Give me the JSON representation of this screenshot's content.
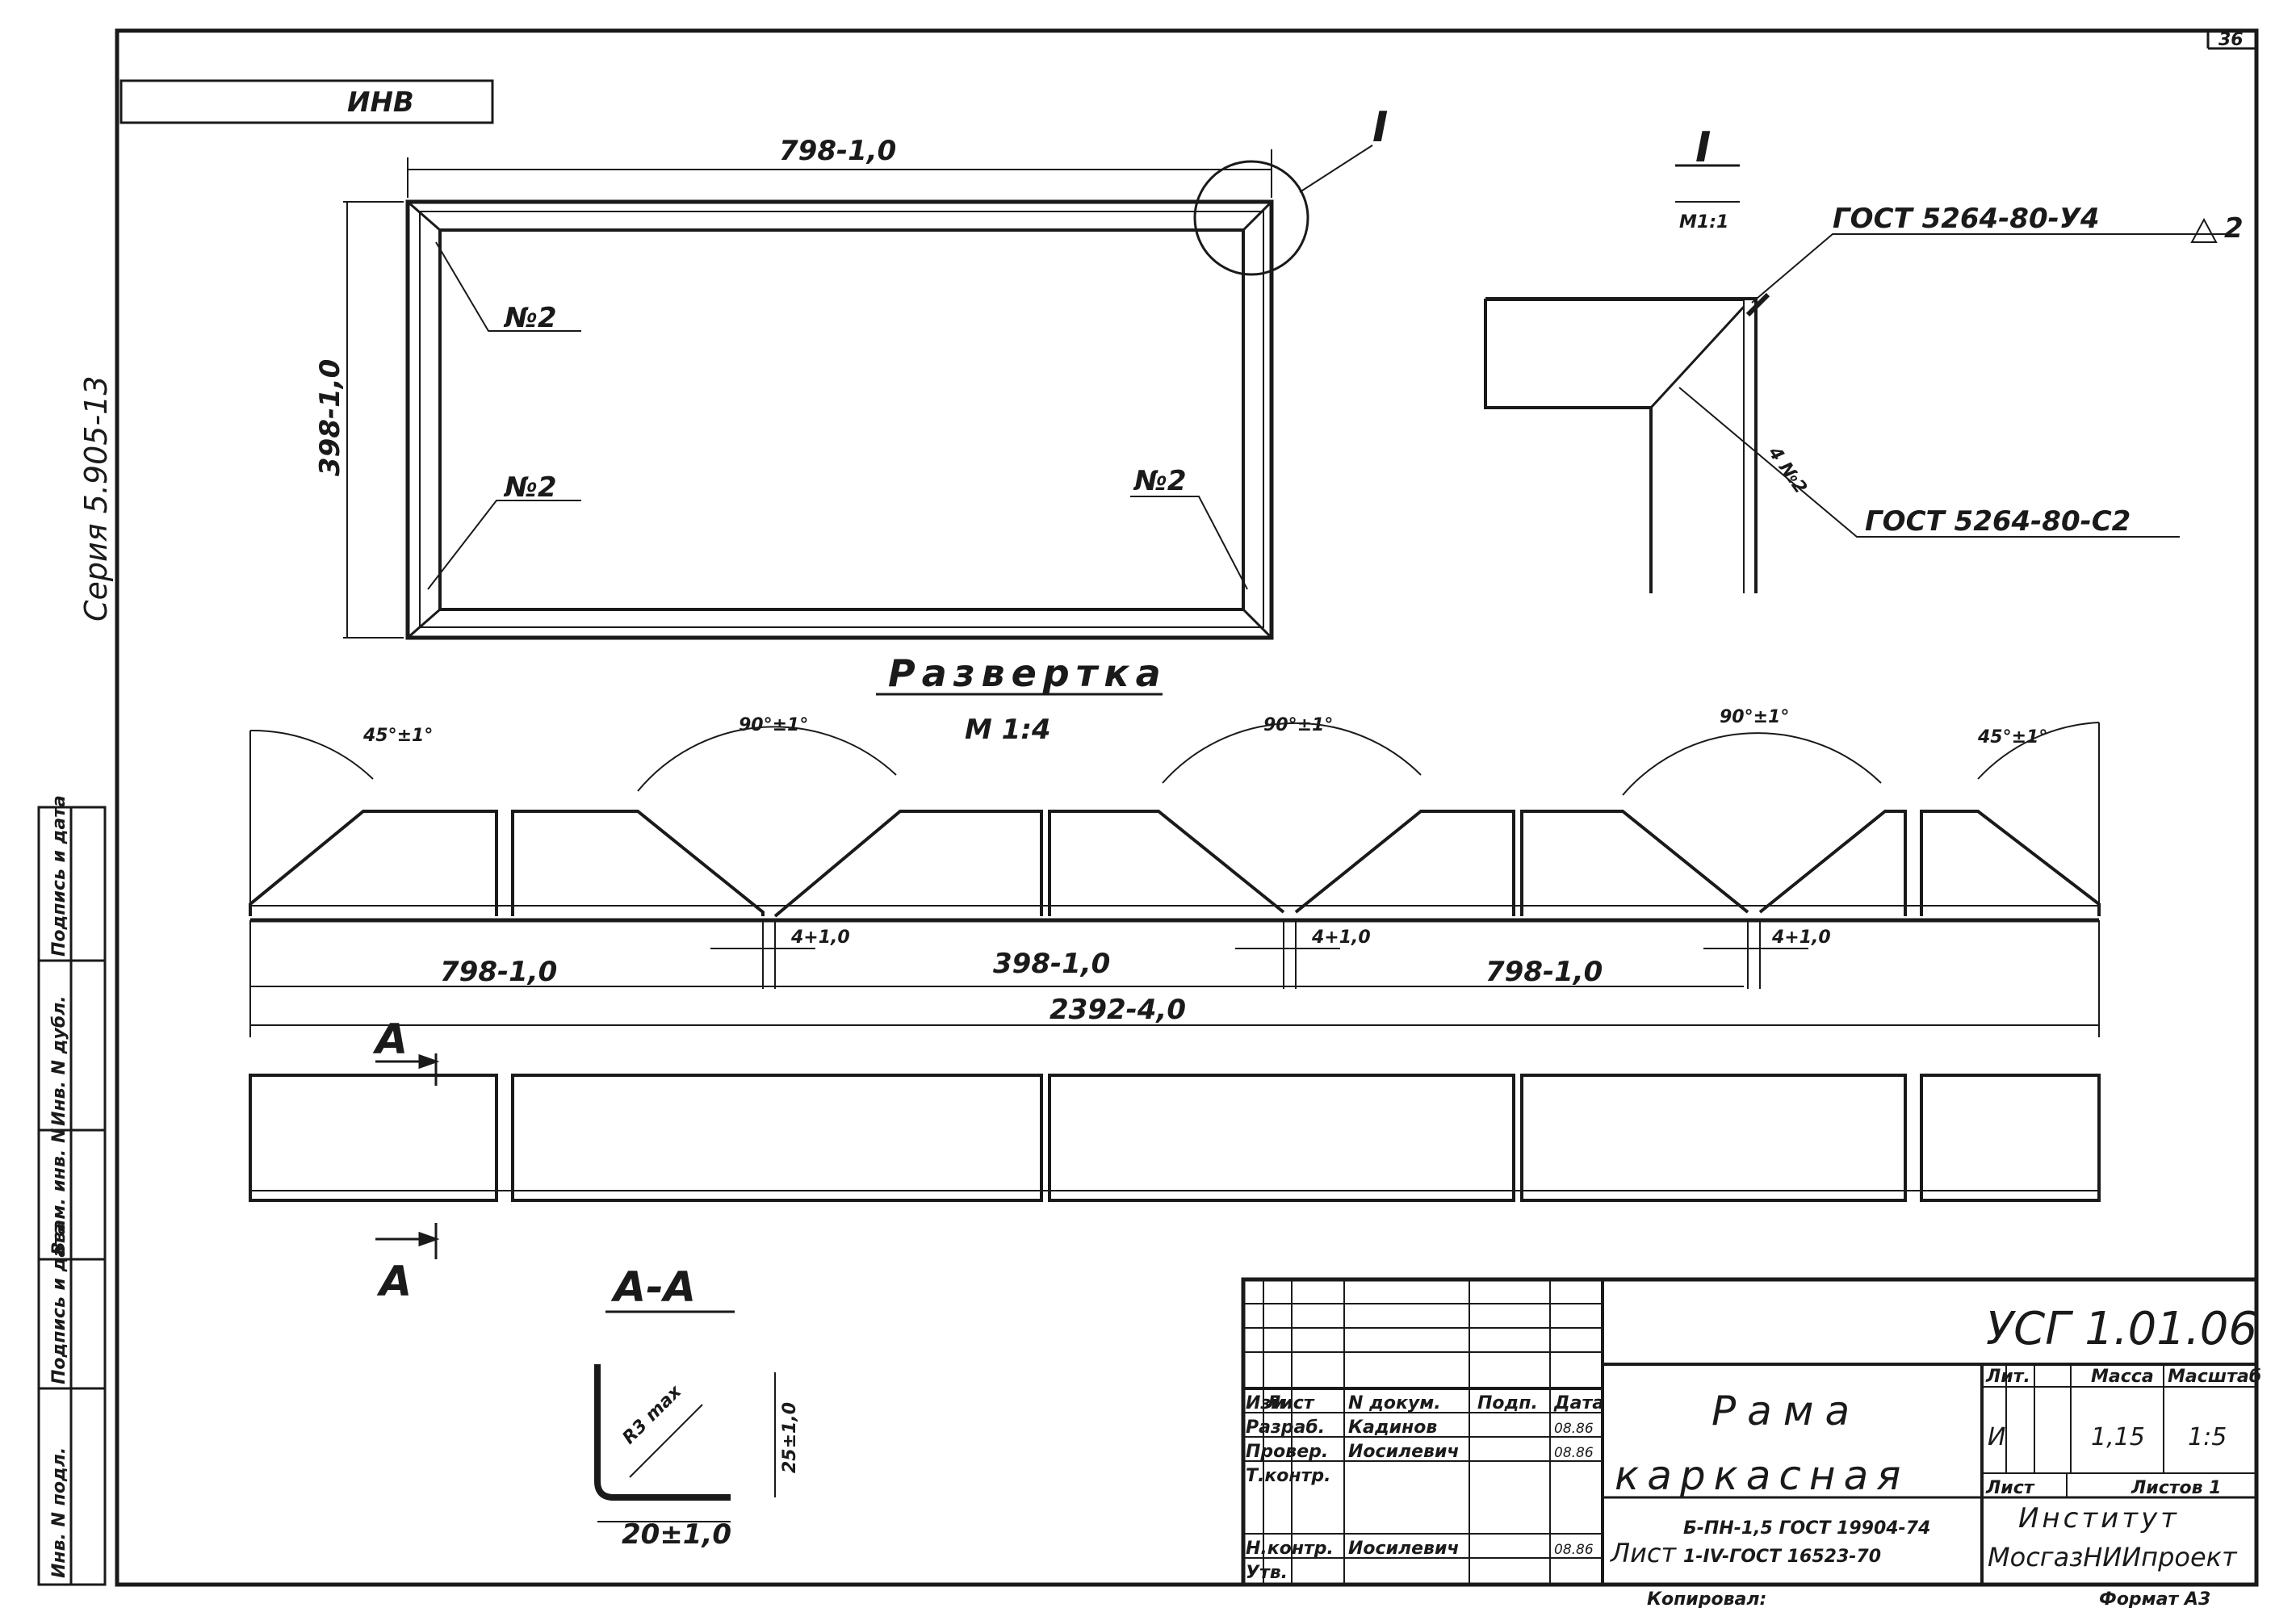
{
  "sheet": {
    "number": "36",
    "series": "Серия 5.905-13",
    "top_stamp": "ИНВ"
  },
  "view_main": {
    "width_dim": "798-1,0",
    "height_dim": "398-1,0",
    "detail_marker": "I",
    "weld_marks": [
      "№2",
      "№2",
      "№2"
    ]
  },
  "detail": {
    "title": "I",
    "scale": "М1:1",
    "weld_top": "ГОСТ 5264-80-У4",
    "weld_top_leg": "2",
    "weld_side": "4 №2",
    "weld_bottom": "ГОСТ 5264-80-С2"
  },
  "development": {
    "title": "Развертка",
    "scale": "М 1:4",
    "angles": [
      "45°±1°",
      "90°±1°",
      "90°±1°",
      "90°±1°",
      "45°±1°"
    ],
    "gaps": [
      "4+1,0",
      "4+1,0",
      "4+1,0"
    ],
    "dims": [
      "798-1,0",
      "398-1,0",
      "798-1,0"
    ],
    "total": "2392-4,0",
    "section_mark": "А"
  },
  "section": {
    "title": "А-А",
    "radius": "R3 max",
    "height": "25±1,0",
    "width": "20±1,0"
  },
  "side_strip": [
    "Инв. N подл.",
    "Подпись и дата",
    "Взам. инв. N",
    "Инв. N дубл.",
    "Подпись и дата"
  ],
  "title_block": {
    "code": "УСГ 1.01.06",
    "name_line1": "Рама",
    "name_line2": "каркасная",
    "headers": [
      "Изм",
      "Лист",
      "N докум.",
      "Подп.",
      "Дата"
    ],
    "roles": [
      {
        "role": "Разраб.",
        "name": "Кадинов",
        "date": "08.86"
      },
      {
        "role": "Провер.",
        "name": "Иосилевич",
        "date": "08.86"
      },
      {
        "role": "Т.контр.",
        "name": "",
        "date": ""
      },
      {
        "role": "Н.контр.",
        "name": "Иосилевич",
        "date": "08.86"
      },
      {
        "role": "Утв.",
        "name": "",
        "date": ""
      }
    ],
    "lit_label": "Лит.",
    "mass_label": "Масса",
    "scale_label": "Масштаб",
    "lit_value": "И",
    "mass_value": "1,15",
    "scale_value": "1:5",
    "sheet_label": "Лист",
    "sheets_label": "Листов 1",
    "material_prefix": "Лист",
    "material_line1": "Б-ПН-1,5 ГОСТ 19904-74",
    "material_line2": "1-IV-ГОСТ 16523-70",
    "institute_line1": "Институт",
    "institute_line2": "МосгазНИИпроект",
    "copied": "Копировал:",
    "format": "Формат А3"
  }
}
